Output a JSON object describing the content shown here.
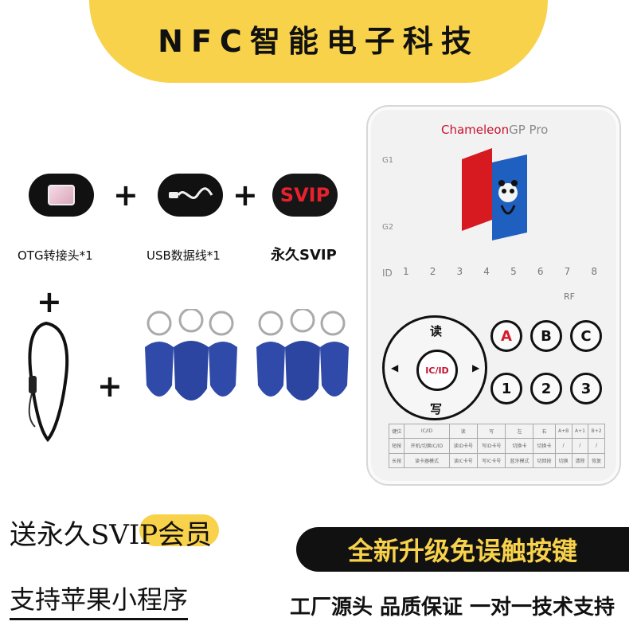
{
  "banner": {
    "title": "NFC智能电子科技"
  },
  "accessories": {
    "otg_label": "OTG转接头*1",
    "usb_label": "USB数据线*1",
    "svip_badge": "SVIP",
    "svip_label": "永久SVIP",
    "plus": "+"
  },
  "device": {
    "brand_prefix": "Chameleon",
    "brand_suffix": "GP Pro",
    "g1": "G1",
    "g2": "G2",
    "id_label": "ID",
    "slots": [
      "1",
      "2",
      "3",
      "4",
      "5",
      "6",
      "7",
      "8"
    ],
    "rf": "RF",
    "dpad": {
      "up": "读",
      "down": "写",
      "left": "◀",
      "right": "▶",
      "center": "IC/ID"
    },
    "keys": [
      "A",
      "B",
      "C",
      "1",
      "2",
      "3"
    ],
    "key_table": {
      "rows": [
        [
          "键位",
          "IC/ID",
          "读",
          "写",
          "左",
          "右",
          "A+B",
          "A+1",
          "B+2"
        ],
        [
          "短按",
          "开机/切换IC/ID",
          "读ID卡号",
          "写ID卡号",
          "切换卡",
          "切换卡",
          "/",
          "/",
          "/"
        ],
        [
          "长按",
          "读卡器模式",
          "读IC卡号",
          "写IC卡号",
          "蓝牙模式",
          "切回按",
          "切换",
          "清除",
          "恢复"
        ]
      ]
    }
  },
  "promo": {
    "line1": "送永久SVIP会员",
    "line2": "支持苹果小程序",
    "cta": "全新升级免误触按键",
    "guarantee": "工厂源头 品质保证 一对一技术支持"
  },
  "colors": {
    "banner_yellow": "#f8d24a",
    "brand_red": "#c8102e",
    "keyfob_blue": "#2f4aa8",
    "device_bg": "#f2f2f2"
  }
}
